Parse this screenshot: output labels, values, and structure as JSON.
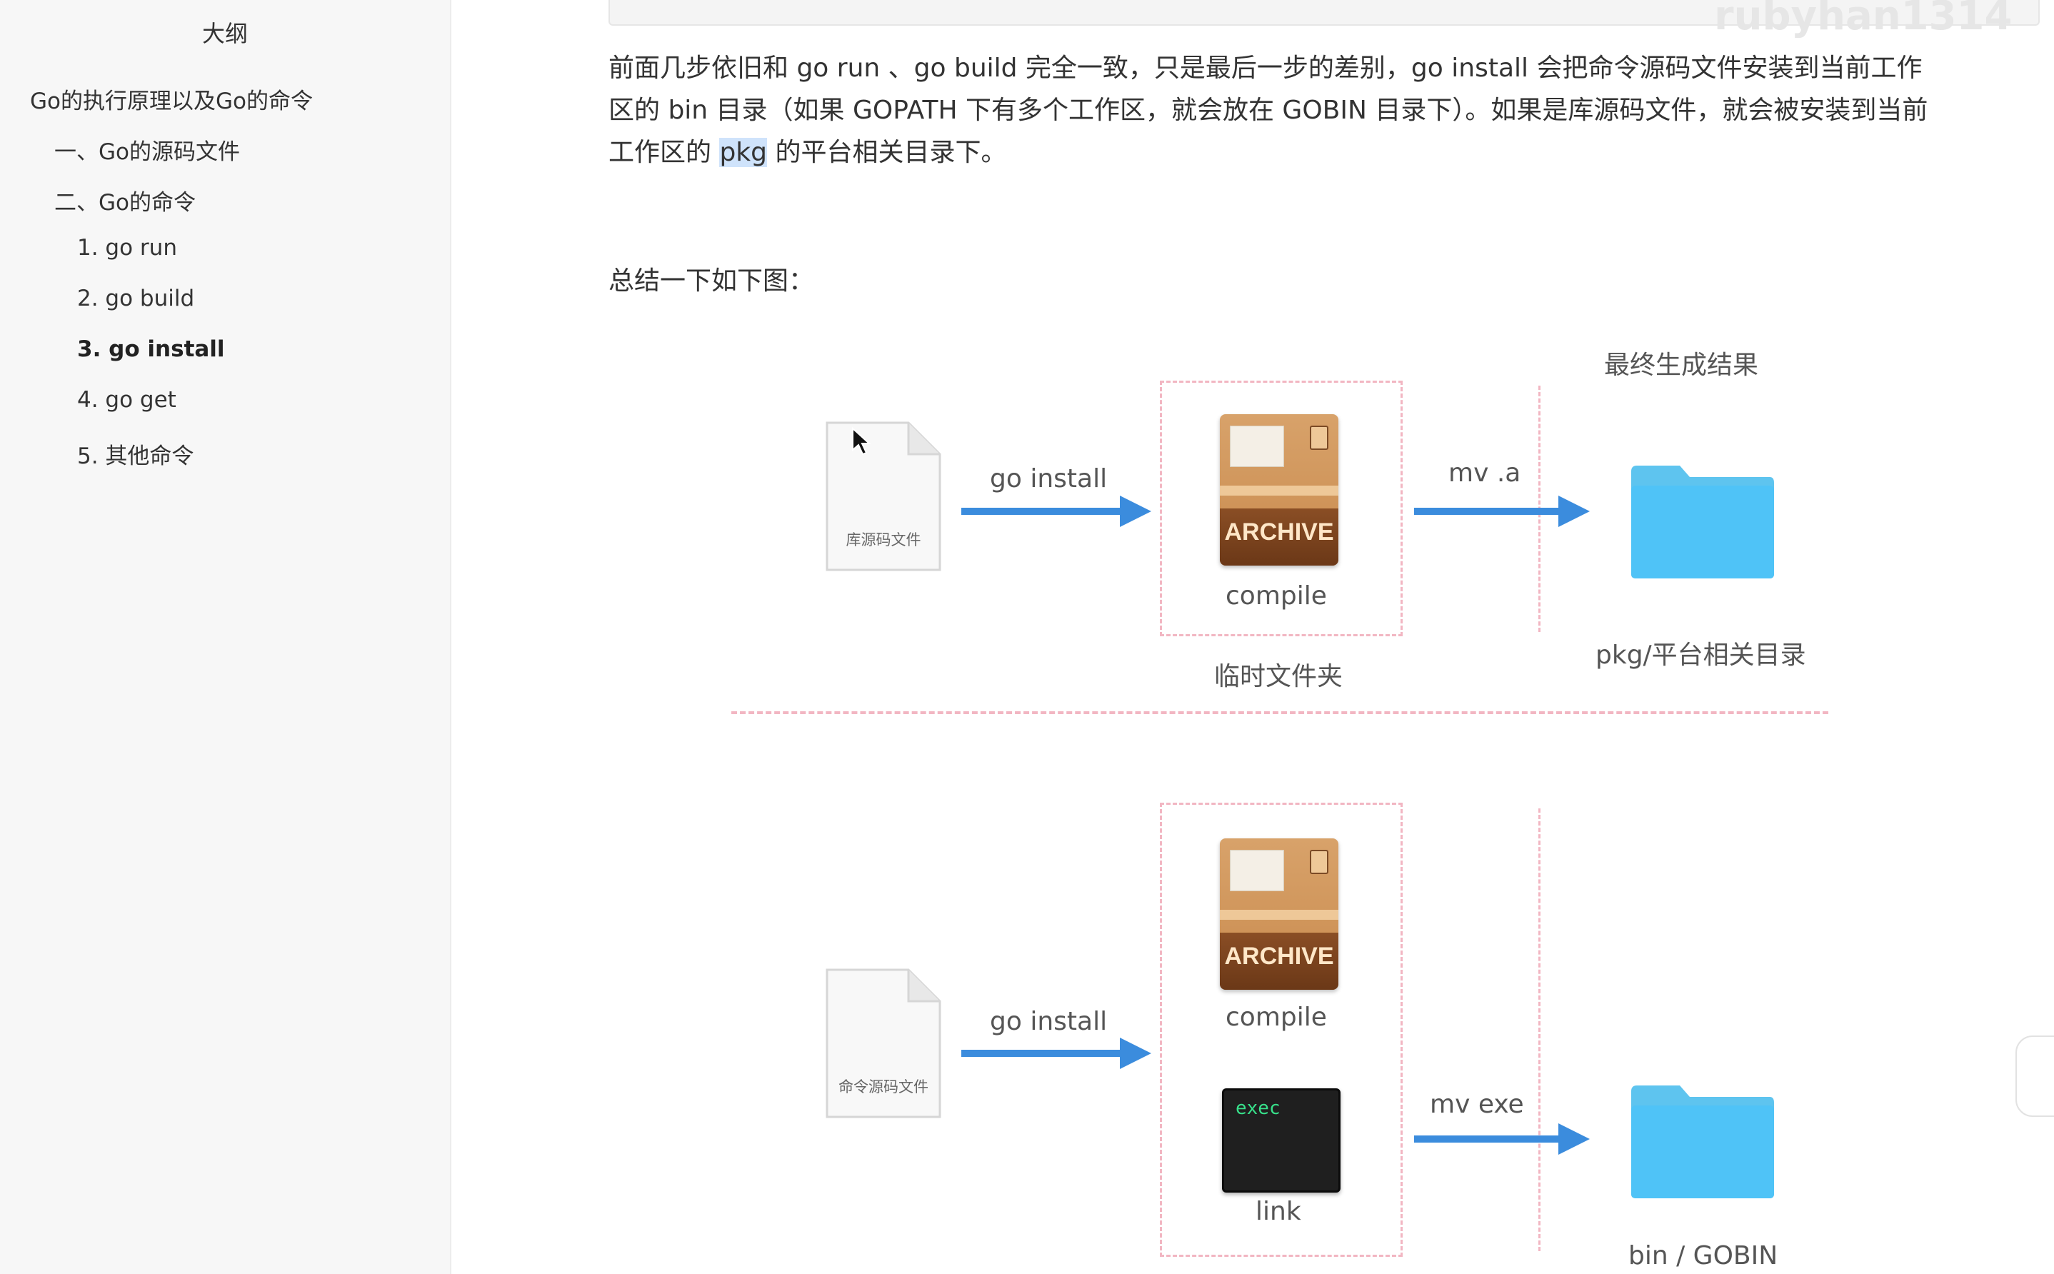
{
  "sidebar": {
    "title": "大纲",
    "items": [
      {
        "label": "Go的执行原理以及Go的命令",
        "active": false
      },
      {
        "label": "一、Go的源码文件",
        "active": false
      },
      {
        "label": "二、Go的命令",
        "active": false
      },
      {
        "label": "1. go run",
        "active": false
      },
      {
        "label": "2. go build",
        "active": false
      },
      {
        "label": "3. go install",
        "active": true
      },
      {
        "label": "4. go get",
        "active": false
      },
      {
        "label": "5. 其他命令",
        "active": false
      }
    ]
  },
  "content": {
    "para_before": "前面几步依旧和 go run 、go build 完全一致，只是最后一步的差别，go install 会把命令源码文件安装到当前工作区的 bin 目录（如果 GOPATH 下有多个工作区，就会放在 GOBIN 目录下）。如果是库源码文件，就会被安装到当前工作区的 ",
    "para_highlight": "pkg",
    "para_after": " 的平台相关目录下。",
    "summary": "总结一下如下图："
  },
  "diagram": {
    "result_header": "最终生成结果",
    "temp_folder_label": "临时文件夹",
    "top": {
      "source_label": "库源码文件",
      "arrow1_label": "go install",
      "archive_text": "ARCHIVE",
      "compile_label": "compile",
      "arrow2_label": "mv .a",
      "dest_label": "pkg/平台相关目录"
    },
    "bottom": {
      "source_label": "命令源码文件",
      "arrow1_label": "go install",
      "archive_text": "ARCHIVE",
      "compile_label": "compile",
      "exec_text": "exec",
      "link_label": "link",
      "arrow2_label": "mv exe",
      "dest_label": "bin / GOBIN"
    }
  },
  "watermark": "rubyhan1314",
  "colors": {
    "arrow": "#3b8cdd",
    "folder": "#4fc3f7",
    "dashed": "#f2b6c2",
    "highlight": "#cfe3fb"
  }
}
